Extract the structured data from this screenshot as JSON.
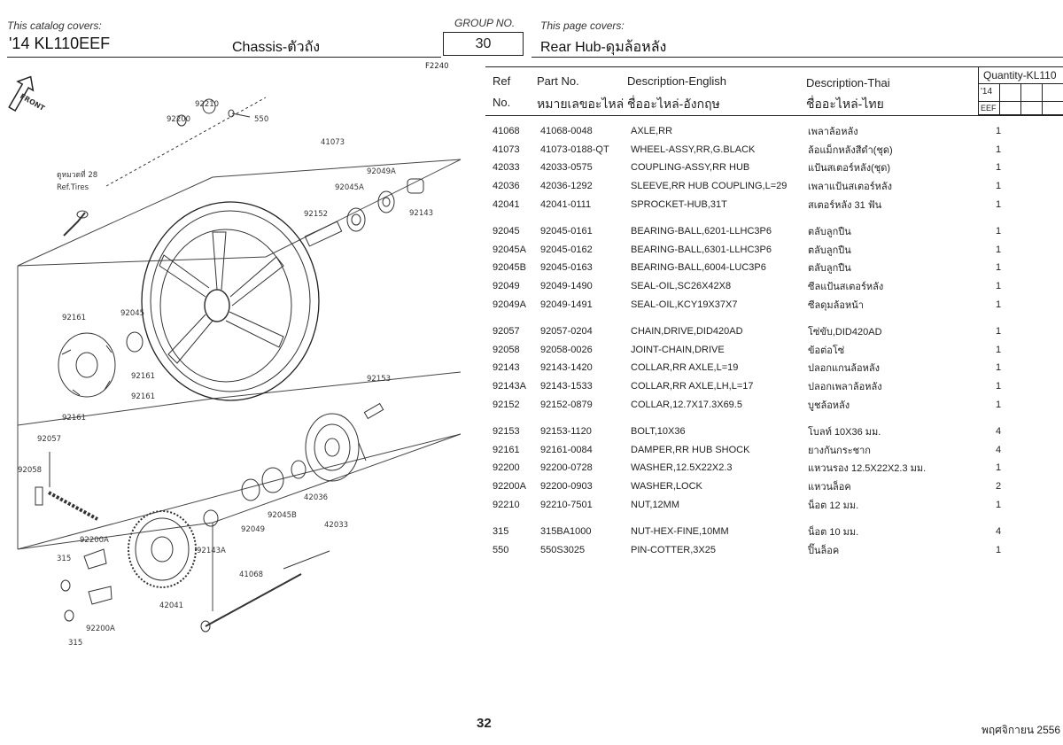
{
  "header": {
    "catalog_covers_label": "This catalog covers:",
    "model": "'14 KL110EEF",
    "section": "Chassis-ตัวถัง",
    "group_label": "GROUP NO.",
    "group_no": "30",
    "page_covers_label": "This page covers:",
    "page_title": "Rear Hub-ดุมล้อหลัง"
  },
  "diagram": {
    "figure_code": "F2240",
    "front_label": "FRONT",
    "ref_tires_line1": "ดูหมวดที่ 28",
    "ref_tires_line2": "Ref.Tires",
    "labels": [
      "92210",
      "550",
      "92200",
      "41073",
      "92049A",
      "92045A",
      "92143",
      "92152",
      "92161",
      "92045",
      "92161",
      "92161",
      "92161",
      "92153",
      "92057",
      "92058",
      "42036",
      "92045B",
      "92049",
      "42033",
      "92200A",
      "315",
      "92143A",
      "41068",
      "42041",
      "92200A",
      "315"
    ]
  },
  "table": {
    "headers": {
      "ref_en": "Ref",
      "ref_th": "No.",
      "part_en": "Part No.",
      "part_th": "หมายเลขอะไหล่",
      "desc_en": "Description-English",
      "desc_en_th": "ชื่ออะไหล่-อังกฤษ",
      "desc_th": "Description-Thai",
      "desc_th_th": "ชื่ออะไหล่-ไทย",
      "qty": "Quantity-KL110",
      "qty_year": "'14",
      "qty_model": "EEF"
    },
    "groups": [
      [
        {
          "ref": "41068",
          "part": "41068-0048",
          "en": "AXLE,RR",
          "th": "เพลาล้อหลัง",
          "qty": "1"
        },
        {
          "ref": "41073",
          "part": "41073-0188-QT",
          "en": "WHEEL-ASSY,RR,G.BLACK",
          "th": "ล้อแม็กหลังสีดำ(ชุด)",
          "qty": "1"
        },
        {
          "ref": "42033",
          "part": "42033-0575",
          "en": "COUPLING-ASSY,RR HUB",
          "th": "แป้นสเตอร์หลัง(ชุด)",
          "qty": "1"
        },
        {
          "ref": "42036",
          "part": "42036-1292",
          "en": "SLEEVE,RR HUB COUPLING,L=29",
          "th": "เพลาแป้นสเตอร์หลัง",
          "qty": "1"
        },
        {
          "ref": "42041",
          "part": "42041-0111",
          "en": "SPROCKET-HUB,31T",
          "th": "สเตอร์หลัง 31 ฟัน",
          "qty": "1"
        }
      ],
      [
        {
          "ref": "92045",
          "part": "92045-0161",
          "en": "BEARING-BALL,6201-LLHC3P6",
          "th": "ตลับลูกปืน",
          "qty": "1"
        },
        {
          "ref": "92045A",
          "part": "92045-0162",
          "en": "BEARING-BALL,6301-LLHC3P6",
          "th": "ตลับลูกปืน",
          "qty": "1"
        },
        {
          "ref": "92045B",
          "part": "92045-0163",
          "en": "BEARING-BALL,6004-LUC3P6",
          "th": "ตลับลูกปืน",
          "qty": "1"
        },
        {
          "ref": "92049",
          "part": "92049-1490",
          "en": "SEAL-OIL,SC26X42X8",
          "th": "ซีลแป้นสเตอร์หลัง",
          "qty": "1"
        },
        {
          "ref": "92049A",
          "part": "92049-1491",
          "en": "SEAL-OIL,KCY19X37X7",
          "th": "ซีลดุมล้อหน้า",
          "qty": "1"
        }
      ],
      [
        {
          "ref": "92057",
          "part": "92057-0204",
          "en": "CHAIN,DRIVE,DID420AD",
          "th": "โซ่ขับ,DID420AD",
          "qty": "1"
        },
        {
          "ref": "92058",
          "part": "92058-0026",
          "en": "JOINT-CHAIN,DRIVE",
          "th": "ข้อต่อโซ่",
          "qty": "1"
        },
        {
          "ref": "92143",
          "part": "92143-1420",
          "en": "COLLAR,RR AXLE,L=19",
          "th": "ปลอกแกนล้อหลัง",
          "qty": "1"
        },
        {
          "ref": "92143A",
          "part": "92143-1533",
          "en": "COLLAR,RR AXLE,LH,L=17",
          "th": "ปลอกเพลาล้อหลัง",
          "qty": "1"
        },
        {
          "ref": "92152",
          "part": "92152-0879",
          "en": "COLLAR,12.7X17.3X69.5",
          "th": "บูชล้อหลัง",
          "qty": "1"
        }
      ],
      [
        {
          "ref": "92153",
          "part": "92153-1120",
          "en": "BOLT,10X36",
          "th": "โบลท์ 10X36 มม.",
          "qty": "4"
        },
        {
          "ref": "92161",
          "part": "92161-0084",
          "en": "DAMPER,RR HUB SHOCK",
          "th": "ยางกันกระชาก",
          "qty": "4"
        },
        {
          "ref": "92200",
          "part": "92200-0728",
          "en": "WASHER,12.5X22X2.3",
          "th": "แหวนรอง 12.5X22X2.3 มม.",
          "qty": "1"
        },
        {
          "ref": "92200A",
          "part": "92200-0903",
          "en": "WASHER,LOCK",
          "th": "แหวนล็อค",
          "qty": "2"
        },
        {
          "ref": "92210",
          "part": "92210-7501",
          "en": "NUT,12MM",
          "th": "น็อต 12 มม.",
          "qty": "1"
        }
      ],
      [
        {
          "ref": "315",
          "part": "315BA1000",
          "en": "NUT-HEX-FINE,10MM",
          "th": "น็อต 10 มม.",
          "qty": "4"
        },
        {
          "ref": "550",
          "part": "550S3025",
          "en": "PIN-COTTER,3X25",
          "th": "ปิ๊นล็อค",
          "qty": "1"
        }
      ]
    ]
  },
  "footer": {
    "page_number": "32",
    "date": "พฤศจิกายน 2556"
  }
}
